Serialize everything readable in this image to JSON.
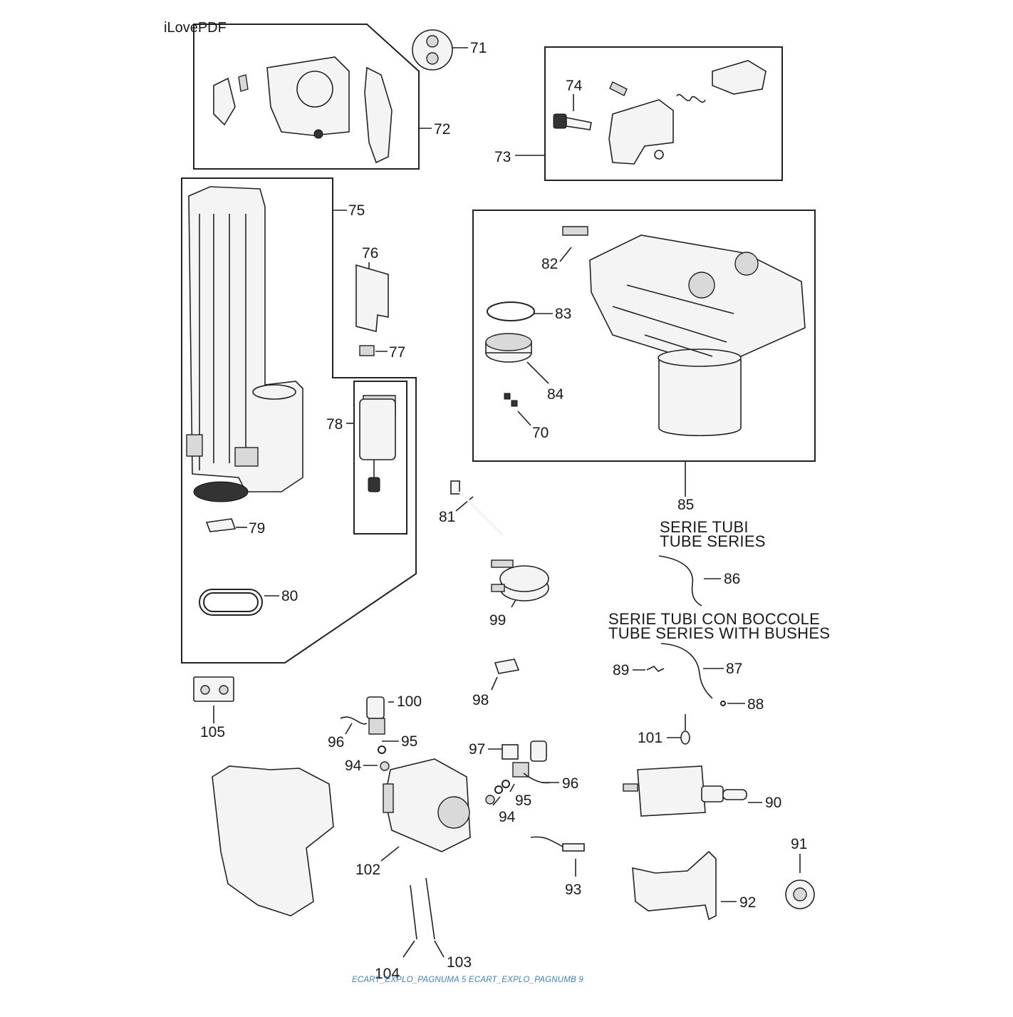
{
  "watermark": "iLovePDF",
  "footer": "ECART_EXPLO_PAGNUMA 5 ECART_EXPLO_PAGNUMB 9",
  "tube_series": {
    "title_it": "SERIE TUBI",
    "title_en": "TUBE SERIES"
  },
  "tube_series_bushes": {
    "title_it": "SERIE TUBI CON BOCCOLE",
    "title_en": "TUBE SERIES WITH BUSHES"
  },
  "callouts": {
    "p70": "70",
    "p71": "71",
    "p72": "72",
    "p73": "73",
    "p74": "74",
    "p75": "75",
    "p76": "76",
    "p77": "77",
    "p78": "78",
    "p79": "79",
    "p80": "80",
    "p81": "81",
    "p82": "82",
    "p83": "83",
    "p84": "84",
    "p85": "85",
    "p86": "86",
    "p87": "87",
    "p88": "88",
    "p89": "89",
    "p90": "90",
    "p91": "91",
    "p92": "92",
    "p93": "93",
    "p94a": "94",
    "p94b": "94",
    "p95a": "95",
    "p95b": "95",
    "p96a": "96",
    "p96b": "96",
    "p97": "97",
    "p98": "98",
    "p99": "99",
    "p100": "100",
    "p101": "101",
    "p102": "102",
    "p103": "103",
    "p104": "104",
    "p105": "105"
  }
}
